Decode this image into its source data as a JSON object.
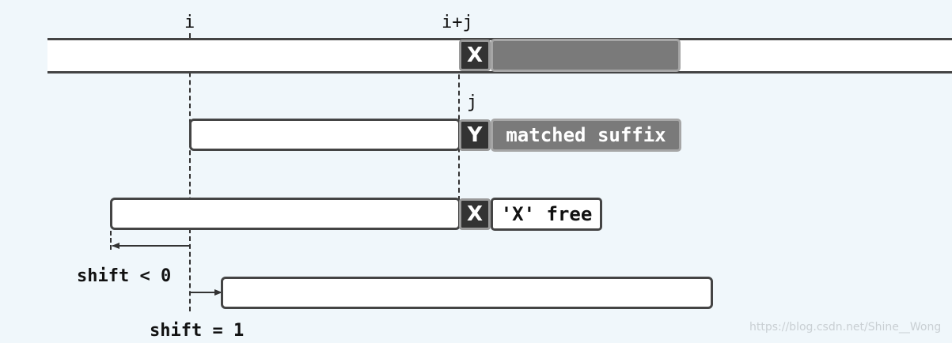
{
  "labels": {
    "i": "i",
    "i_plus_j": "i+j",
    "j": "j",
    "shift_lt_0": "shift < 0",
    "shift_eq_1": "shift = 1"
  },
  "text_row": {
    "mismatch_char": "X"
  },
  "pattern_row": {
    "mismatch_char": "Y",
    "suffix_label": "matched suffix"
  },
  "shifted_row": {
    "char": "X",
    "free_label": "'X' free"
  },
  "watermark": "https://blog.csdn.net/Shine__Wong"
}
